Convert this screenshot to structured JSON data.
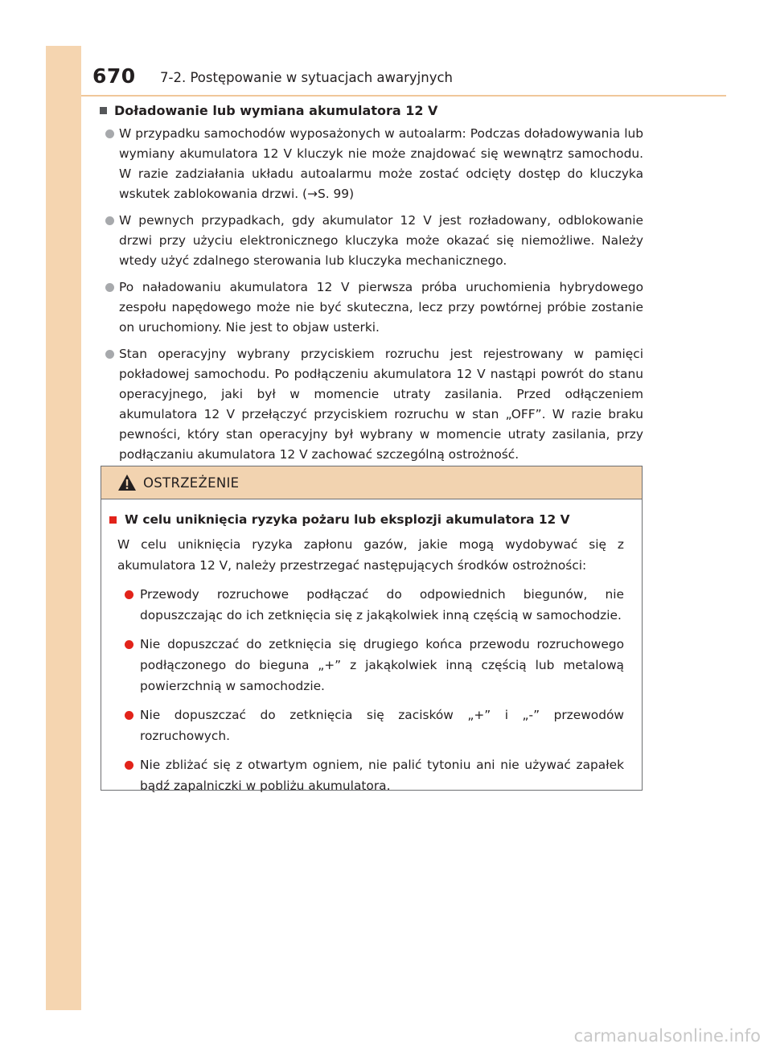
{
  "header": {
    "page_number": "670",
    "chapter": "7-2. Postępowanie w sytuacjach awaryjnych"
  },
  "section": {
    "heading": "Doładowanie lub wymiana akumulatora 12 V",
    "bullets": [
      "W przypadku samochodów wyposażonych w autoalarm: Podczas doładowywania lub wymiany akumulatora 12 V kluczyk nie może znajdować się wewnątrz samochodu. W razie zadziałania układu autoalarmu może zostać odcięty dostęp do kluczyka wskutek zablokowania drzwi. (→S. 99)",
      "W pewnych przypadkach, gdy akumulator 12 V jest rozładowany, odblokowanie drzwi przy użyciu elektronicznego kluczyka może okazać się niemożliwe. Należy wtedy użyć zdalnego sterowania lub kluczyka mechanicznego.",
      "Po naładowaniu akumulatora 12 V pierwsza próba uruchomienia hybrydowego zespołu napędowego może nie być skuteczna, lecz przy powtórnej próbie zostanie on uruchomiony. Nie jest to objaw usterki.",
      "Stan operacyjny wybrany przyciskiem rozruchu jest rejestrowany w pamięci pokładowej samochodu. Po podłączeniu akumulatora 12 V nastąpi powrót do stanu operacyjnego, jaki był w momencie utraty zasilania. Przed odłączeniem akumulatora 12 V przełączyć przyciskiem rozruchu w stan „OFF”. W razie braku pewności, który stan operacyjny był wybrany w momencie utraty zasilania, przy podłączaniu akumulatora 12 V zachować szczególną ostrożność."
    ]
  },
  "warning": {
    "title": "OSTRZEŻENIE",
    "heading": "W celu uniknięcia ryzyka pożaru lub eksplozji akumulatora 12 V",
    "intro": "W celu uniknięcia ryzyka zapłonu gazów, jakie mogą wydobywać się z akumulatora 12 V, należy przestrzegać następujących środków ostrożności:",
    "bullets": [
      "Przewody rozruchowe podłączać do odpowiednich biegunów, nie dopuszczając do ich zetknięcia się z jakąkolwiek inną częścią w samochodzie.",
      "Nie dopuszczać do zetknięcia się drugiego końca przewodu rozruchowego podłączonego do bieguna „+” z jakąkolwiek inną częścią lub metalową powierzchnią w samochodzie.",
      "Nie dopuszczać do zetknięcia się zacisków „+” i „-” przewodów rozruchowych.",
      "Nie zbliżać się z otwartym ogniem, nie palić tytoniu ani nie używać zapałek bądź zapalniczki w pobliżu akumulatora."
    ]
  },
  "watermark": "carmanualsonline.info",
  "colors": {
    "side_band": "#f5d5b0",
    "warning_header": "#f2d3b0",
    "warning_accent": "#e2231a",
    "bullet_gray": "#a7a9ac"
  },
  "icons": {
    "warning": "warning-triangle-icon"
  }
}
